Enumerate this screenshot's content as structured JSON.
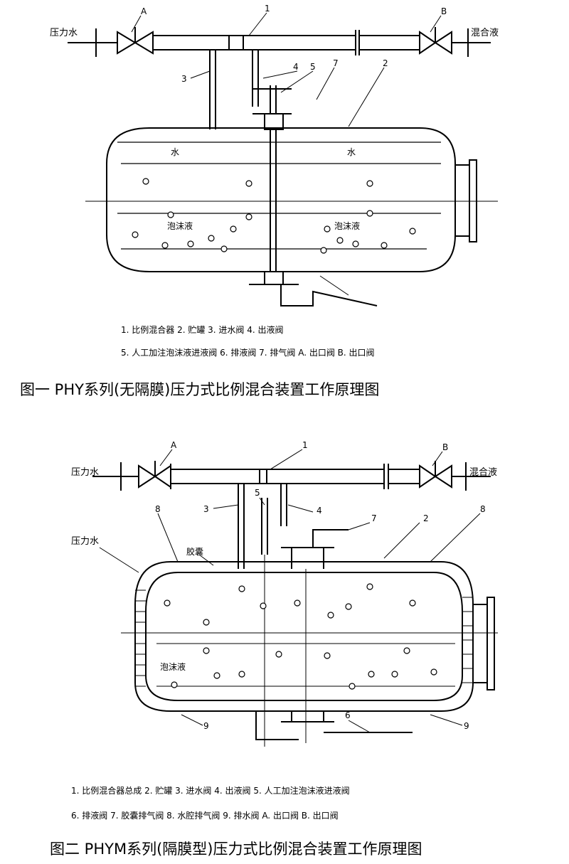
{
  "fig1": {
    "inlet_label": "压力水",
    "outlet_label": "混合液",
    "foam_labels": [
      "水",
      "水",
      "泡沫液",
      "泡沫液"
    ],
    "callouts": [
      "A",
      "1",
      "B",
      "3",
      "4",
      "5",
      "7",
      "2"
    ],
    "legend_line1": "1.   比例混合器   2.  贮罐   3.  进水阀  4.  出液阀",
    "legend_line2": "5.  人工加注泡沫液进液阀  6.  排液阀  7.  排气阀  A.  出口阀   B.  出口阀",
    "title": "图一      PHY系列(无隔膜)压力式比例混合装置工作原理图"
  },
  "fig2": {
    "inlet_label": "压力水",
    "outlet_label": "混合液",
    "side_label": "压力水",
    "bag_label": "胶囊",
    "foam_label": "泡沫液",
    "callouts": [
      "A",
      "1",
      "B",
      "3",
      "5",
      "4",
      "7",
      "2",
      "8",
      "8",
      "6",
      "9",
      "9"
    ],
    "legend_line1": "1.   比例混合器总成  2.  贮罐   3.   进水阀  4.  出液阀  5.   人工加注泡沫液进液阀",
    "legend_line2": "6.   排液阀  7.   胶囊排气阀  8.   水腔排气阀  9.   排水阀  A.  出口阀   B.  出口阀",
    "title": "图二    PHYM系列(隔膜型)压力式比例混合装置工作原理图"
  }
}
